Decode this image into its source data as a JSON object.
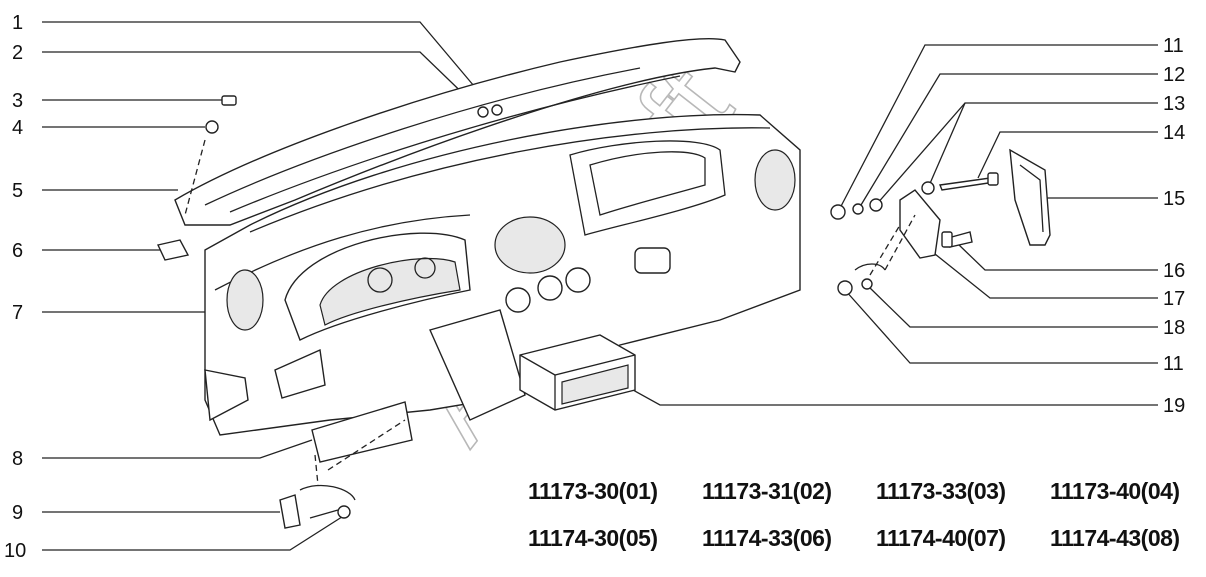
{
  "diagram": {
    "watermark": "Autosoft",
    "callouts_left": [
      "1",
      "2",
      "3",
      "4",
      "5",
      "6",
      "7",
      "8",
      "9",
      "10"
    ],
    "callouts_right": [
      "11",
      "12",
      "13",
      "14",
      "15",
      "16",
      "17",
      "18",
      "11",
      "19"
    ]
  },
  "model_codes": {
    "row1": [
      "11173-30(01)",
      "11173-31(02)",
      "11173-33(03)",
      "11173-40(04)"
    ],
    "row2": [
      "11174-30(05)",
      "11174-33(06)",
      "11174-40(07)",
      "11174-43(08)"
    ]
  }
}
